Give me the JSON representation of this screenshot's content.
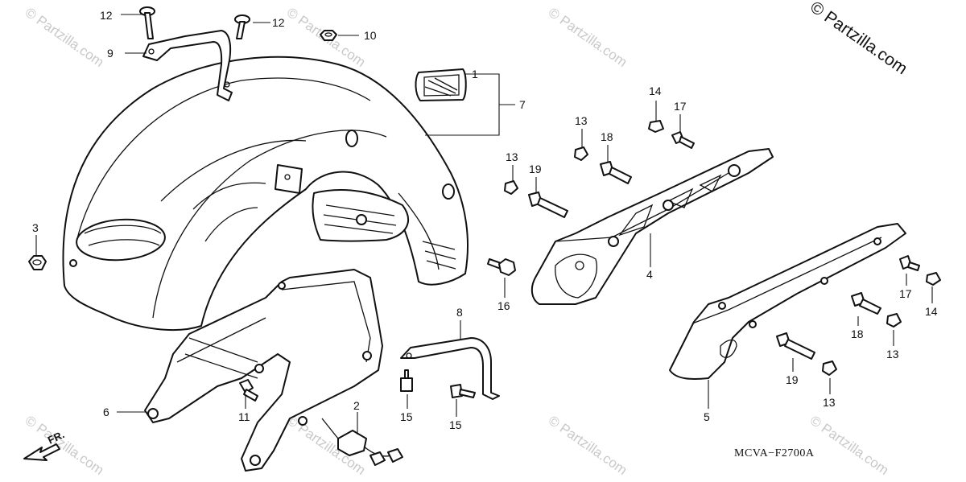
{
  "diagram": {
    "copyright": "© Partzilla.com",
    "watermark": "© Partzilla.com",
    "diagram_code": "MCVA−F2700A",
    "front_label": "FR.",
    "callouts": [
      {
        "id": "c12a",
        "label": "12"
      },
      {
        "id": "c12b",
        "label": "12"
      },
      {
        "id": "c10",
        "label": "10"
      },
      {
        "id": "c9",
        "label": "9"
      },
      {
        "id": "c1",
        "label": "1"
      },
      {
        "id": "c7",
        "label": "7"
      },
      {
        "id": "c14a",
        "label": "14"
      },
      {
        "id": "c17a",
        "label": "17"
      },
      {
        "id": "c13a",
        "label": "13"
      },
      {
        "id": "c18a",
        "label": "18"
      },
      {
        "id": "c13b",
        "label": "13"
      },
      {
        "id": "c19a",
        "label": "19"
      },
      {
        "id": "c3",
        "label": "3"
      },
      {
        "id": "c16",
        "label": "16"
      },
      {
        "id": "c4",
        "label": "4"
      },
      {
        "id": "c8",
        "label": "8"
      },
      {
        "id": "c17b",
        "label": "17"
      },
      {
        "id": "c14b",
        "label": "14"
      },
      {
        "id": "c18b",
        "label": "18"
      },
      {
        "id": "c13c",
        "label": "13"
      },
      {
        "id": "c19b",
        "label": "19"
      },
      {
        "id": "c13d",
        "label": "13"
      },
      {
        "id": "c2",
        "label": "2"
      },
      {
        "id": "c6",
        "label": "6"
      },
      {
        "id": "c11",
        "label": "11"
      },
      {
        "id": "c15a",
        "label": "15"
      },
      {
        "id": "c15b",
        "label": "15"
      },
      {
        "id": "c5",
        "label": "5"
      }
    ]
  }
}
